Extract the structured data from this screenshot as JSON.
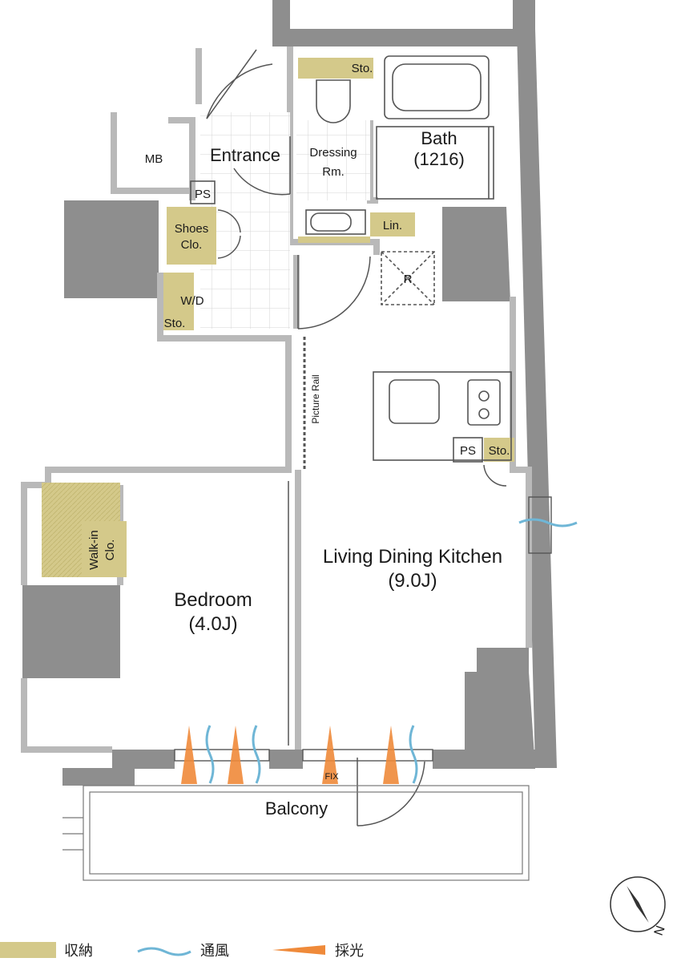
{
  "colors": {
    "wall": "#8e8e8e",
    "wall_light": "#b9b9b9",
    "storage": "#d4c98a",
    "ventilation": "#6fb6d6",
    "daylight": "#ef8a3a",
    "tile": "#cfcfcf"
  },
  "rooms": {
    "mb": "MB",
    "entrance": "Entrance",
    "dressing_line1": "Dressing",
    "dressing_line2": "Rm.",
    "bath_line1": "Bath",
    "bath_line2": "(1216)",
    "ps_entrance": "PS",
    "shoes_line1": "Shoes",
    "shoes_line2": "Clo.",
    "wd": "W/D",
    "wd_sto": "Sto.",
    "sto_top": "Sto.",
    "lin": "Lin.",
    "refrigerator": "R",
    "picture_rail": "Picture Rail",
    "ps_kitchen": "PS",
    "sto_kitchen": "Sto.",
    "walkin_line1": "Walk-in",
    "walkin_line2": "Clo.",
    "ldk_line1": "Living Dining Kitchen",
    "ldk_line2": "(9.0J)",
    "bedroom_line1": "Bedroom",
    "bedroom_line2": "(4.0J)",
    "fix": "FIX",
    "balcony": "Balcony"
  },
  "compass": {
    "north": "N"
  },
  "legend": {
    "storage": "収納",
    "ventilation": "通風",
    "daylight": "採光"
  }
}
